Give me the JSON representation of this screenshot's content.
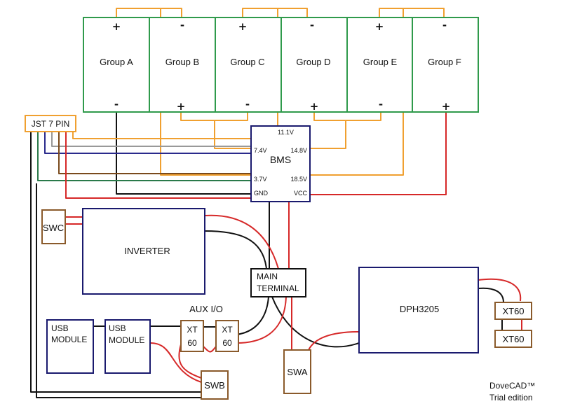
{
  "cells": {
    "group_a": "Group A",
    "group_b": "Group B",
    "group_c": "Group C",
    "group_d": "Group D",
    "group_e": "Group E",
    "group_f": "Group F"
  },
  "terminals": {
    "plus": "+",
    "minus": "-"
  },
  "bms": {
    "title": "BMS",
    "tap_11v": "11.1V",
    "tap_7v": "7.4V",
    "tap_14v": "14.8V",
    "tap_3v": "3.7V",
    "tap_18v": "18.5V",
    "gnd": "GND",
    "vcc": "VCC"
  },
  "components": {
    "jst": "JST 7 PIN",
    "swc": "SWC",
    "inverter": "INVERTER",
    "main_terminal_line1": "MAIN",
    "main_terminal_line2": "TERMINAL",
    "dph": "DPH3205",
    "xt60": "XT60",
    "aux_io": "AUX I/O",
    "xt": "XT",
    "sixty": "60",
    "usb": "USB",
    "module": "MODULE",
    "swb": "SWB",
    "swa": "SWA"
  },
  "footer": {
    "line1": "DoveCAD™",
    "line2": "Trial edition"
  },
  "colors": {
    "cell_border": "#2f9a4b",
    "box_border": "#1a1a6e",
    "switch_border": "#8a5a2b",
    "jst_border": "#f0a030",
    "wire_orange": "#f0a030",
    "wire_red": "#d62828",
    "wire_black": "#111111",
    "wire_blue": "#2a2a8c",
    "wire_brown": "#7a4a1c",
    "wire_green": "#2a7a4a",
    "wire_gray": "#999999"
  }
}
